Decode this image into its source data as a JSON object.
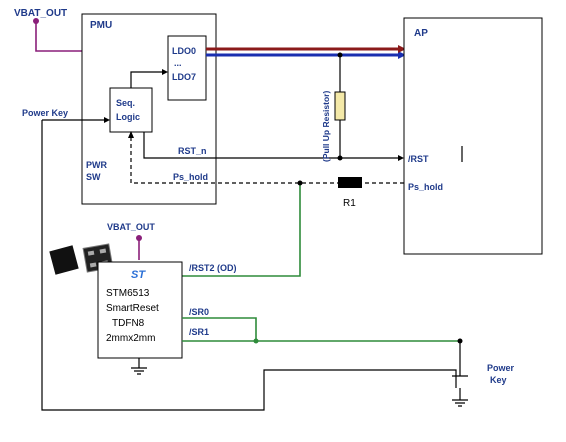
{
  "colors": {
    "label": "#1f3a8a",
    "vbat_wire": "#8a1f7a",
    "bus_red": "#8b1a1a",
    "bus_blue": "#1a2fb0",
    "bus_green": "#2e8b3a",
    "resistor_fill": "#f4e9a8",
    "st_logo": "#2a6fd6"
  },
  "labels": {
    "vbat_top": "VBAT_OUT",
    "vbat_mid": "VBAT_OUT",
    "pmu": "PMU",
    "ldo0": "LDO0",
    "ldo_dots": "...",
    "ldo7": "LDO7",
    "seq_line1": "Seq.",
    "seq_line2": "Logic",
    "power_key_left": "Power Key",
    "pwr": "PWR",
    "sw": "SW",
    "rst_n": "RST_n",
    "ps_hold_pmu": "Ps_hold",
    "ap": "AP",
    "pull_up": "(Pull Up Resistor)",
    "rst_ap": "/RST",
    "ps_hold_ap": "Ps_hold",
    "r1": "R1",
    "rst2": "/RST2 (OD)",
    "sr0": "/SR0",
    "sr1": "/SR1",
    "power_key_right_1": "Power",
    "power_key_right_2": "Key",
    "chip_line1": "STM6513",
    "chip_line2": "SmartReset",
    "chip_line3": "TDFN8",
    "chip_line4": "2mmx2mm",
    "st_logo": "ST"
  }
}
